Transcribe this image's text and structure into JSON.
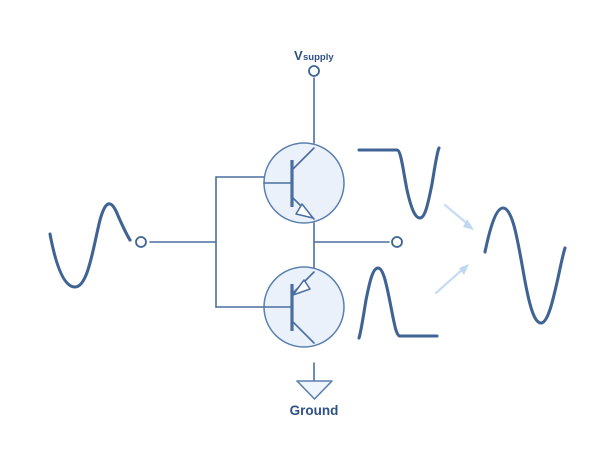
{
  "diagram": {
    "title": "Class-B push-pull complementary emitter follower amplifier",
    "background_color": "#ffffff",
    "wire_color": "#4a6f9e",
    "waveform_color": "#3f6493",
    "label_color": "#2e5183",
    "transistor_fill": "#eaf1fb",
    "flow_arrow_color": "#c5dcf4"
  },
  "labels": {
    "supply_main": "V",
    "supply_sub": "supply",
    "ground": "Ground"
  },
  "terminals": [
    {
      "name": "supply-terminal",
      "label": "V supply"
    },
    {
      "name": "input-terminal",
      "label": ""
    },
    {
      "name": "output-terminal",
      "label": ""
    }
  ],
  "transistors": [
    {
      "name": "npn-transistor",
      "type": "NPN",
      "position": "top",
      "role": "sources positive half-cycle"
    },
    {
      "name": "pnp-transistor",
      "type": "PNP",
      "position": "bottom",
      "role": "sinks negative half-cycle"
    }
  ],
  "waveforms": [
    {
      "name": "input-sine-wave",
      "role": "input",
      "shape": "full sine cycle"
    },
    {
      "name": "upper-half-wave",
      "role": "npn branch output",
      "shape": "flat top then negative half cycle"
    },
    {
      "name": "lower-half-wave",
      "role": "pnp branch output",
      "shape": "positive half cycle then flat"
    },
    {
      "name": "output-sine-wave",
      "role": "combined output",
      "shape": "full reconstructed sine"
    }
  ],
  "flow_arrows": [
    {
      "name": "flow-arrow-upper",
      "from": "upper-half-wave",
      "to": "output-sine-wave",
      "direction": "down-right"
    },
    {
      "name": "flow-arrow-lower",
      "from": "lower-half-wave",
      "to": "output-sine-wave",
      "direction": "up-right"
    }
  ]
}
